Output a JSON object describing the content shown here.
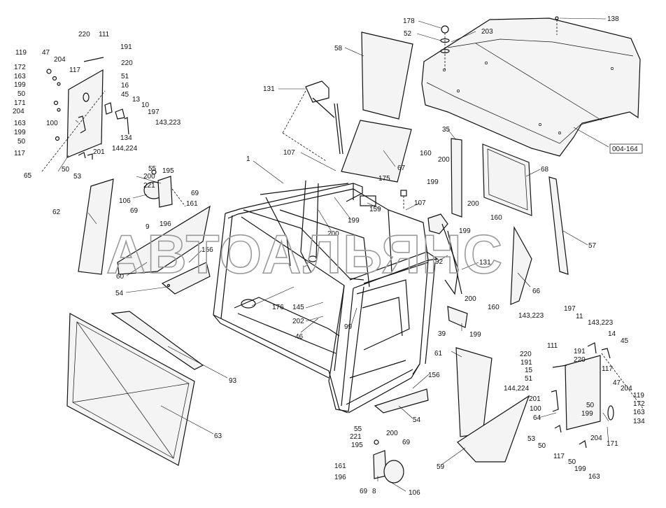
{
  "watermark": "АВТОАЛЬЯНС",
  "labels": {
    "l001": "1",
    "l058": "58",
    "l131a": "131",
    "l107a": "107",
    "l067": "67",
    "l178": "178",
    "l052": "52",
    "l203": "203",
    "l138": "138",
    "l004": "004-164",
    "l220a": "220",
    "l111a": "111",
    "l191a": "191",
    "l220b": "220",
    "l119a": "119",
    "l047a": "47",
    "l204a": "204",
    "l172a": "172",
    "l117a": "117",
    "l163a": "163",
    "l199a": "199",
    "l050a": "50",
    "l051a": "51",
    "l016": "16",
    "l045a": "45",
    "l171a": "171",
    "l204b": "204",
    "l013": "13",
    "l010": "10",
    "l197a": "197",
    "l143a": "143,223",
    "l163b": "163",
    "l100a": "100",
    "l134a": "134",
    "l199b": "199",
    "l050b": "50",
    "l117b": "117",
    "l144a": "144,224",
    "l201a": "201",
    "l050c": "50",
    "l053a": "53",
    "l065": "65",
    "l055a": "55",
    "l200a": "200",
    "l195a": "195",
    "l221a": "221",
    "l069a": "69",
    "l106a": "106",
    "l161a": "161",
    "l069b": "69",
    "l009": "9",
    "l196a": "196",
    "l062": "62",
    "l060": "60",
    "l156a": "156",
    "l054a": "54",
    "l035": "35",
    "l160a": "160",
    "l200b": "200",
    "l199c": "199",
    "l175": "175",
    "l159": "159",
    "l107b": "107",
    "l200c": "200",
    "l199d": "199",
    "l160b": "160",
    "l068": "68",
    "l057": "57",
    "l200d": "200",
    "l199e": "199",
    "l092": "92",
    "l131b": "131",
    "l066": "66",
    "l145": "145",
    "l176": "176",
    "l202": "202",
    "l046": "46",
    "l099": "99",
    "l200e": "200",
    "l160c": "160",
    "l039": "39",
    "l199f": "199",
    "l093": "93",
    "l063": "63",
    "l061": "61",
    "l156b": "156",
    "l054b": "54",
    "l059": "59",
    "l197b": "197",
    "l143b": "143,223",
    "l011": "11",
    "l143c": "143,223",
    "l014": "14",
    "l045b": "45",
    "l111b": "111",
    "l191b": "191",
    "l220c": "220",
    "l220d": "220",
    "l015": "15",
    "l051b": "51",
    "l117c": "117",
    "l144b": "144,224",
    "l201b": "201",
    "l047b": "47",
    "l204c": "204",
    "l100b": "100",
    "l050d": "50",
    "l119b": "119",
    "l172b": "172",
    "l199g": "199",
    "l163c": "163",
    "l064": "64",
    "l134b": "134",
    "l053b": "53",
    "l050e": "50",
    "l204d": "204",
    "l171b": "171",
    "l117d": "117",
    "l050f": "50",
    "l199h": "199",
    "l163d": "163",
    "l055b": "55",
    "l221b": "221",
    "l200f": "200",
    "l195b": "195",
    "l069c": "69",
    "l161b": "161",
    "l196b": "196",
    "l069d": "69",
    "l008": "8",
    "l106b": "106"
  }
}
